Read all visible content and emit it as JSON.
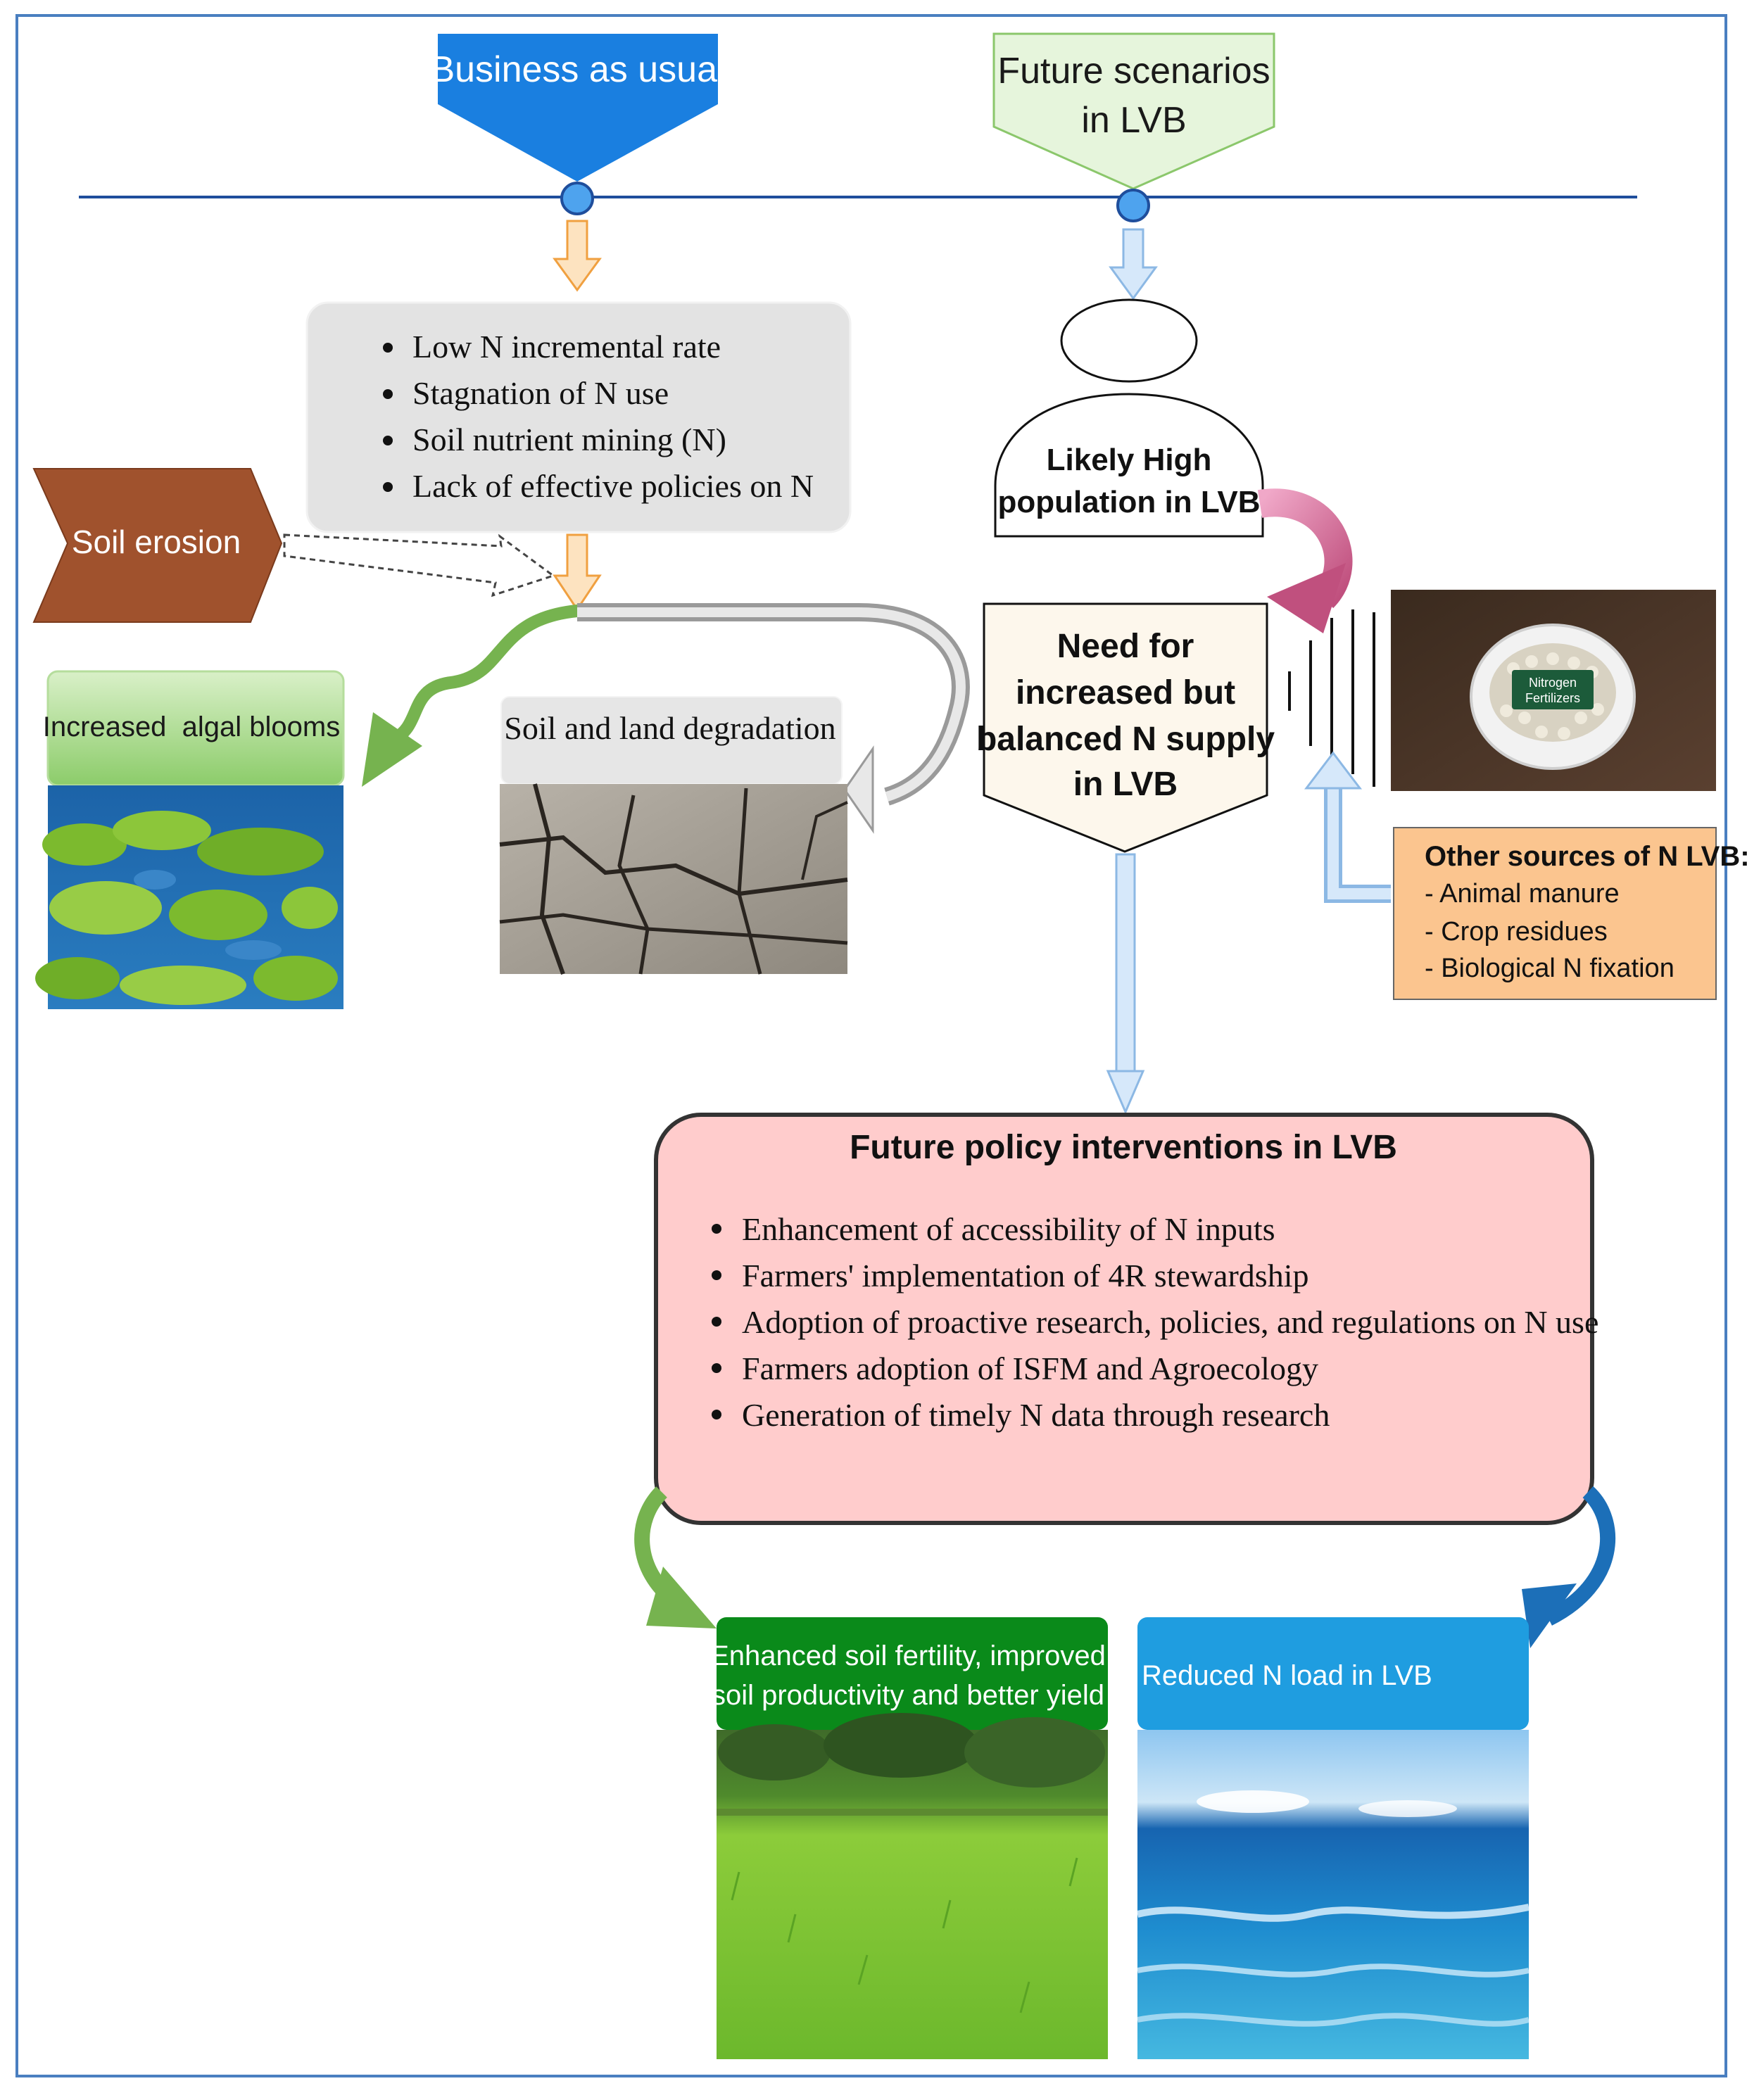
{
  "business_as_usual": {
    "label": "Business as usual",
    "bullets": [
      "Low N incremental rate",
      "Stagnation of N use",
      "Soil nutrient mining (N)",
      "Lack of effective policies on N"
    ]
  },
  "future_scenarios": {
    "label_line1": "Future scenarios",
    "label_line2": "in LVB"
  },
  "soil_erosion": "Soil erosion",
  "algal_blooms": "Increased  algal blooms",
  "soil_degradation": "Soil and land degradation",
  "population": {
    "line1": "Likely High",
    "line2": "population in LVB"
  },
  "need_for_n": {
    "line1": "Need for",
    "line2": "increased but",
    "line3": "balanced N supply",
    "line4": "in LVB"
  },
  "fertilizer_bag": {
    "line1": "Nitrogen",
    "line2": "Fertilizers"
  },
  "other_sources": {
    "title": "Other sources of N LVB:",
    "items": [
      "- Animal manure",
      "- Crop residues",
      "- Biological N fixation"
    ]
  },
  "policy": {
    "title": "Future policy interventions in LVB",
    "bullets": [
      "Enhancement of accessibility of N inputs",
      "Farmers' implementation of 4R stewardship",
      "Adoption of proactive research, policies, and regulations on N use",
      "Farmers adoption of ISFM and Agroecology",
      "Generation of timely N data through research"
    ]
  },
  "outcome_soil": {
    "line1": "Enhanced soil fertility, improved",
    "line2": "soil productivity and better yield"
  },
  "outcome_water": "Reduced N load in LVB",
  "colors": {
    "frame": "#4a7fc0",
    "timeline": "#1f4e9c",
    "bau_blue": "#1a7fe0",
    "future_green": "#e6f5dc",
    "erosion_brown": "#a0522d",
    "policy_pink": "#ffcccc",
    "other_sources_orange": "#fbc58f",
    "outcome_green": "#0a8a1a",
    "outcome_blue": "#1f9de0"
  }
}
